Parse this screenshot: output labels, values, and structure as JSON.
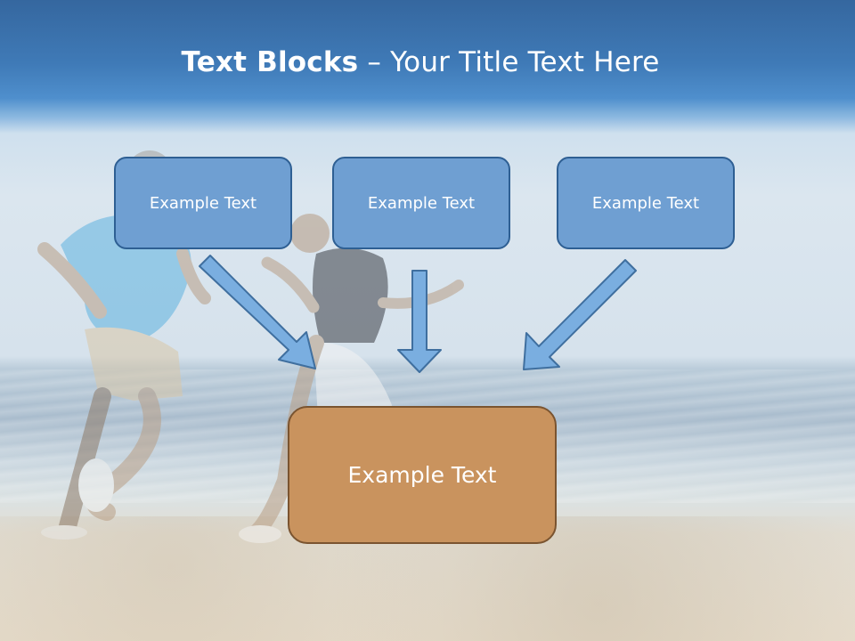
{
  "slide": {
    "title_bold": "Text Blocks",
    "title_dash": " – ",
    "title_rest": "Your Title Text Here"
  },
  "blocks": {
    "left": "Example Text",
    "center": "Example Text",
    "right": "Example Text",
    "target": "Example Text"
  },
  "colors": {
    "title_band": "#3f7ab7",
    "small_box_fill": "#6f9fd2",
    "small_box_border": "#2e5f93",
    "target_box_fill": "#c9935e",
    "target_box_border": "#7a5430",
    "arrow_fill": "#7aaee0"
  },
  "background": {
    "icon": "beach-runners-photo"
  }
}
